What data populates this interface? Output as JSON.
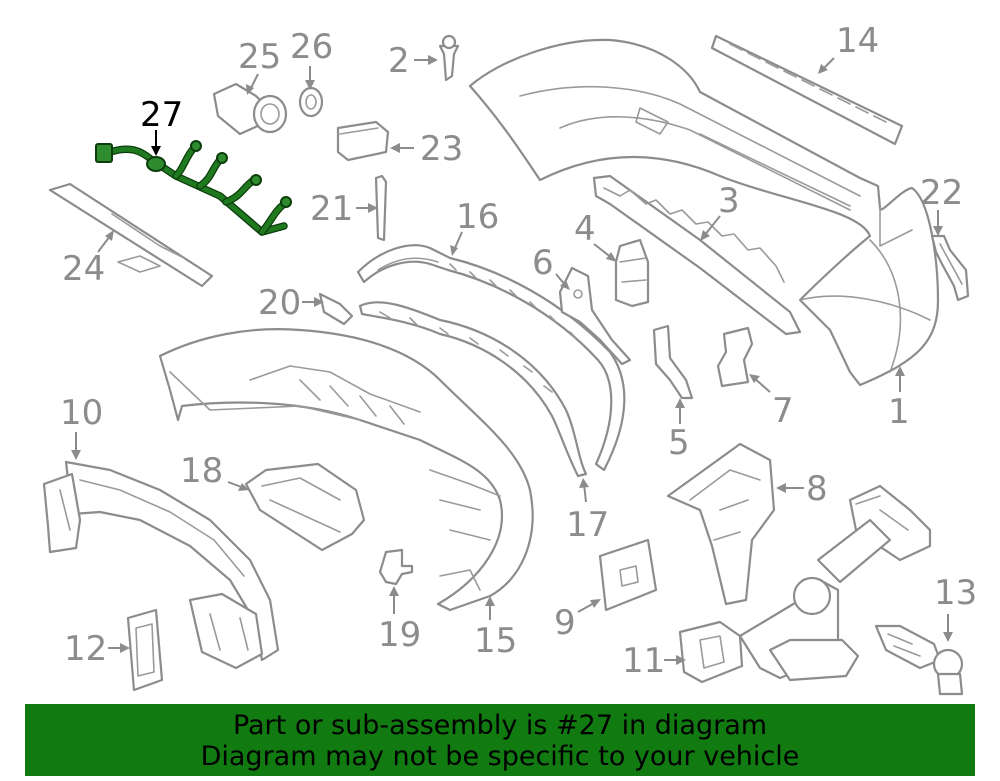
{
  "diagram": {
    "highlighted_part": "27",
    "callouts": [
      "1",
      "2",
      "3",
      "4",
      "5",
      "6",
      "7",
      "8",
      "9",
      "10",
      "11",
      "12",
      "13",
      "14",
      "15",
      "16",
      "17",
      "18",
      "19",
      "20",
      "21",
      "22",
      "23",
      "24",
      "25",
      "26",
      "27"
    ],
    "colors": {
      "line": "#8c8c8c",
      "highlight": "#2e8b2e",
      "banner": "#117a11"
    }
  },
  "banner": {
    "line1": "Part or sub-assembly is #27 in diagram",
    "line2": "Diagram may not be specific to your vehicle"
  }
}
